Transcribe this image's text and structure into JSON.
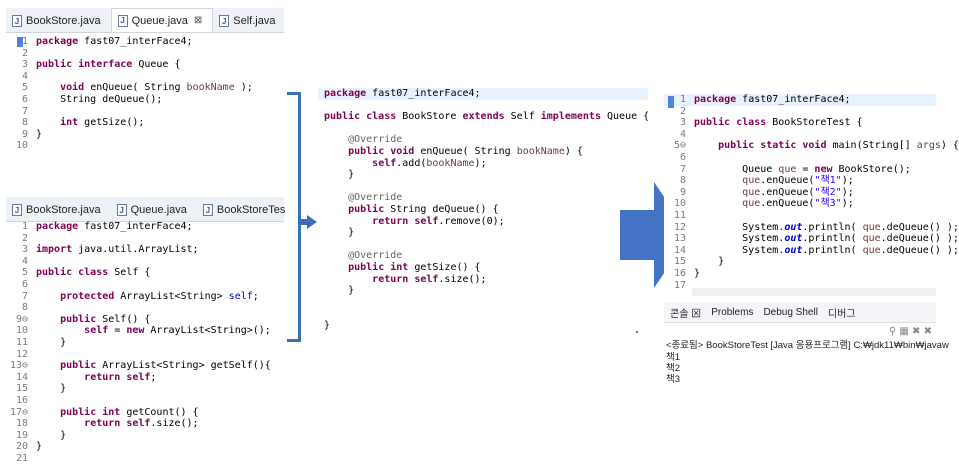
{
  "panel_queue": {
    "tabs": [
      {
        "label": "BookStore.java",
        "active": false
      },
      {
        "label": "Queue.java",
        "active": true,
        "close": "⊠"
      },
      {
        "label": "Self.java",
        "active": false
      }
    ],
    "lines": [
      {
        "n": "1",
        "html": "<span class='kw'>package</span> fast07_interFace4;"
      },
      {
        "n": "2",
        "html": ""
      },
      {
        "n": "3",
        "html": "<span class='kw'>public interface</span> Queue {"
      },
      {
        "n": "4",
        "html": ""
      },
      {
        "n": "5",
        "html": "    <span class='kw'>void</span> enQueue( String <span class='param'>bookName</span> );"
      },
      {
        "n": "6",
        "html": "    String deQueue();"
      },
      {
        "n": "7",
        "html": ""
      },
      {
        "n": "8",
        "html": "    <span class='kw'>int</span> getSize();"
      },
      {
        "n": "9",
        "html": "}"
      },
      {
        "n": "10",
        "html": ""
      }
    ]
  },
  "panel_self": {
    "tabs": [
      {
        "label": "BookStore.java",
        "active": false
      },
      {
        "label": "Queue.java",
        "active": false
      },
      {
        "label": "BookStoreTes",
        "active": false
      }
    ],
    "lines": [
      {
        "n": "1",
        "html": "<span class='kw'>package</span> fast07_interFace4;"
      },
      {
        "n": "2",
        "html": ""
      },
      {
        "n": "3",
        "html": "<span class='kw'>import</span> java.util.ArrayList;"
      },
      {
        "n": "4",
        "html": ""
      },
      {
        "n": "5",
        "html": "<span class='kw'>public class</span> Self {"
      },
      {
        "n": "6",
        "html": ""
      },
      {
        "n": "7",
        "html": "    <span class='kw'>protected</span> ArrayList&lt;String&gt; <span class='fd'>self</span>;"
      },
      {
        "n": "8",
        "html": ""
      },
      {
        "n": "9⊖",
        "html": "    <span class='kw'>public</span> Self() {"
      },
      {
        "n": "10",
        "html": "        <span class='kw'>self</span> = <span class='kw'>new</span> ArrayList&lt;String&gt;();"
      },
      {
        "n": "11",
        "html": "    }"
      },
      {
        "n": "12",
        "html": ""
      },
      {
        "n": "13⊖",
        "html": "    <span class='kw'>public</span> ArrayList&lt;String&gt; getSelf(){"
      },
      {
        "n": "14",
        "html": "        <span class='kw'>return self</span>;"
      },
      {
        "n": "15",
        "html": "    }"
      },
      {
        "n": "16",
        "html": ""
      },
      {
        "n": "17⊖",
        "html": "    <span class='kw'>public int</span> getCount() {"
      },
      {
        "n": "18",
        "html": "        <span class='kw'>return self</span>.size();"
      },
      {
        "n": "19",
        "html": "    }"
      },
      {
        "n": "20",
        "html": "}"
      },
      {
        "n": "21",
        "html": ""
      }
    ]
  },
  "panel_bookstore": {
    "lines": [
      {
        "html": "<span class='kw'>package</span> fast07_interFace4;",
        "hl": true
      },
      {
        "html": ""
      },
      {
        "html": "<span class='kw'>public class</span> BookStore <span class='kw'>extends</span> Self <span class='kw'>implements</span> Queue {"
      },
      {
        "html": ""
      },
      {
        "html": "    <span class='an'>@Override</span>"
      },
      {
        "html": "    <span class='kw'>public void</span> enQueue( String <span class='param'>bookName</span>) {"
      },
      {
        "html": "        <span class='kw'>self</span>.add(<span class='param'>bookName</span>);"
      },
      {
        "html": "    }"
      },
      {
        "html": ""
      },
      {
        "html": "    <span class='an'>@Override</span>"
      },
      {
        "html": "    <span class='kw'>public</span> String deQueue() {"
      },
      {
        "html": "        <span class='kw'>return self</span>.remove(0);"
      },
      {
        "html": "    }"
      },
      {
        "html": ""
      },
      {
        "html": "    <span class='an'>@Override</span>"
      },
      {
        "html": "    <span class='kw'>public int</span> getSize() {"
      },
      {
        "html": "        <span class='kw'>return self</span>.size();"
      },
      {
        "html": "    }"
      },
      {
        "html": ""
      },
      {
        "html": ""
      },
      {
        "html": "}"
      }
    ]
  },
  "panel_test": {
    "lines": [
      {
        "n": "1",
        "html": "<span class='kw'>package</span> fast07_interFace4;",
        "hl": true
      },
      {
        "n": "2",
        "html": ""
      },
      {
        "n": "3",
        "html": "<span class='kw'>public class</span> BookStoreTest {"
      },
      {
        "n": "4",
        "html": ""
      },
      {
        "n": "5⊖",
        "html": "    <span class='kw'>public static void</span> main(String[] <span class='param'>args</span>) {"
      },
      {
        "n": "6",
        "html": ""
      },
      {
        "n": "7",
        "html": "        Queue <span class='param'>que</span> = <span class='kw'>new</span> BookStore();"
      },
      {
        "n": "8",
        "html": "        <span class='param'>que</span>.enQueue(<span class='st'>\"책1\"</span>);"
      },
      {
        "n": "9",
        "html": "        <span class='param'>que</span>.enQueue(<span class='st'>\"책2\"</span>);"
      },
      {
        "n": "10",
        "html": "        <span class='param'>que</span>.enQueue(<span class='st'>\"책3\"</span>);"
      },
      {
        "n": "11",
        "html": ""
      },
      {
        "n": "12",
        "html": "        System.<span class='it'>out</span>.println( <span class='param'>que</span>.deQueue() );"
      },
      {
        "n": "13",
        "html": "        System.<span class='it'>out</span>.println( <span class='param'>que</span>.deQueue() );"
      },
      {
        "n": "14",
        "html": "        System.<span class='it'>out</span>.println( <span class='param'>que</span>.deQueue() );"
      },
      {
        "n": "15",
        "html": "    }"
      },
      {
        "n": "16",
        "html": "}"
      },
      {
        "n": "17",
        "html": ""
      }
    ],
    "console": {
      "tabs": [
        "콘솔 ⊠",
        "Problems",
        "Debug Shell",
        "디버그"
      ],
      "header": "<종료됨> BookStoreTest [Java 응용프로그램] C:₩jdk11₩bin₩javaw",
      "output": [
        "책1",
        "책2",
        "책3"
      ]
    }
  },
  "colors": {
    "bracket": "#3b6fb6",
    "arrow": "#4472c4"
  }
}
